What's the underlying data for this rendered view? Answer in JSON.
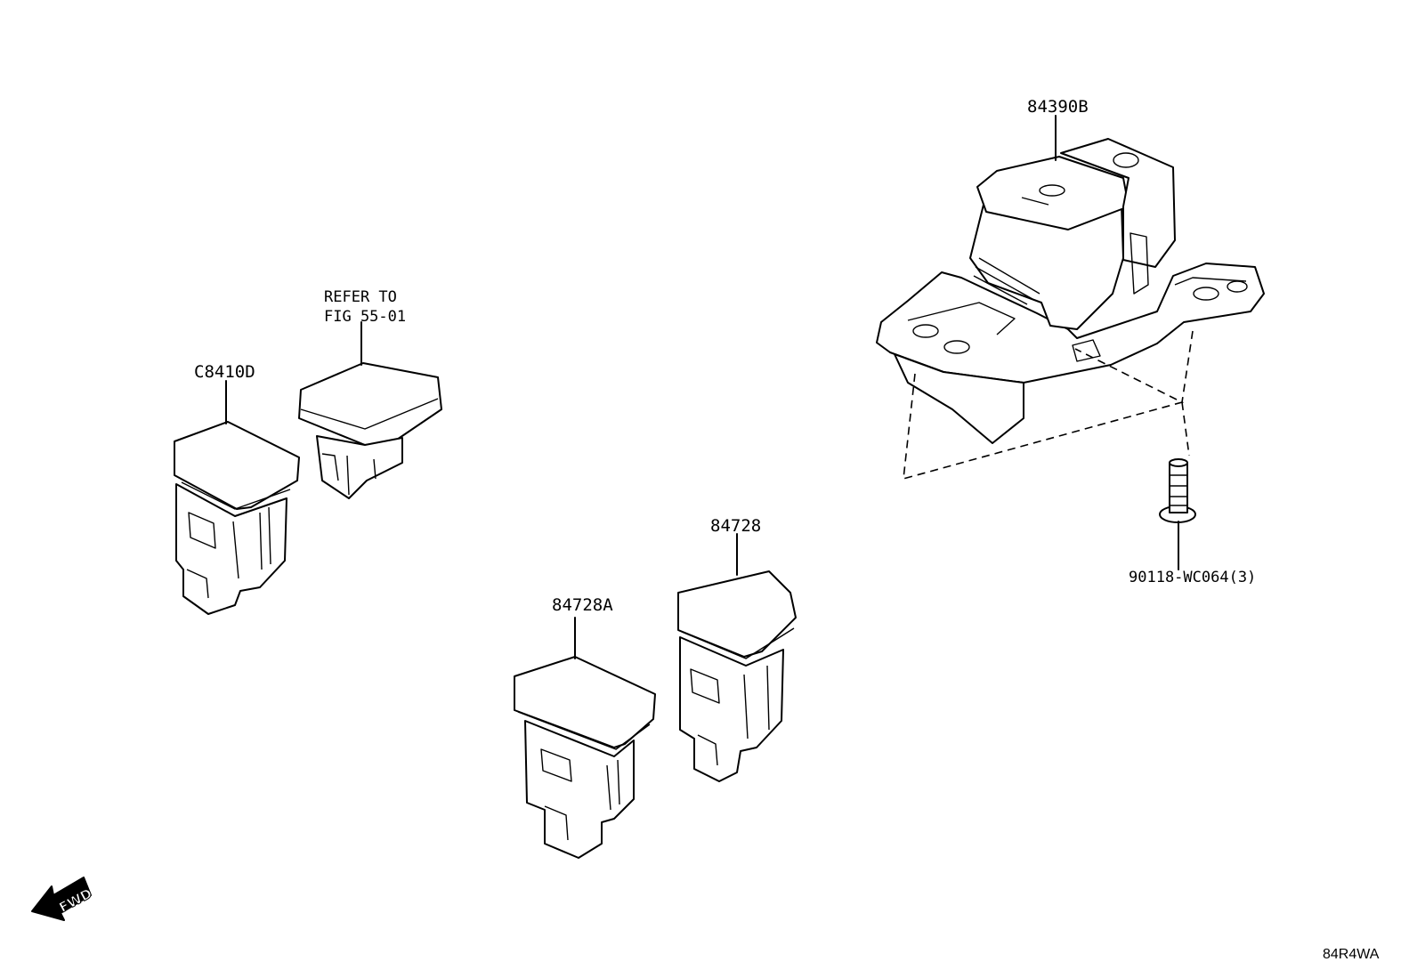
{
  "labels": {
    "part_84390B": "84390B",
    "part_C8410D": "C8410D",
    "refer_line1": "REFER TO",
    "refer_line2": "FIG 55-01",
    "part_84728": "84728",
    "part_84728A": "84728A",
    "part_90118": "90118-WC064(3)",
    "fwd": "FWD",
    "diagram_code": "84R4WA"
  }
}
